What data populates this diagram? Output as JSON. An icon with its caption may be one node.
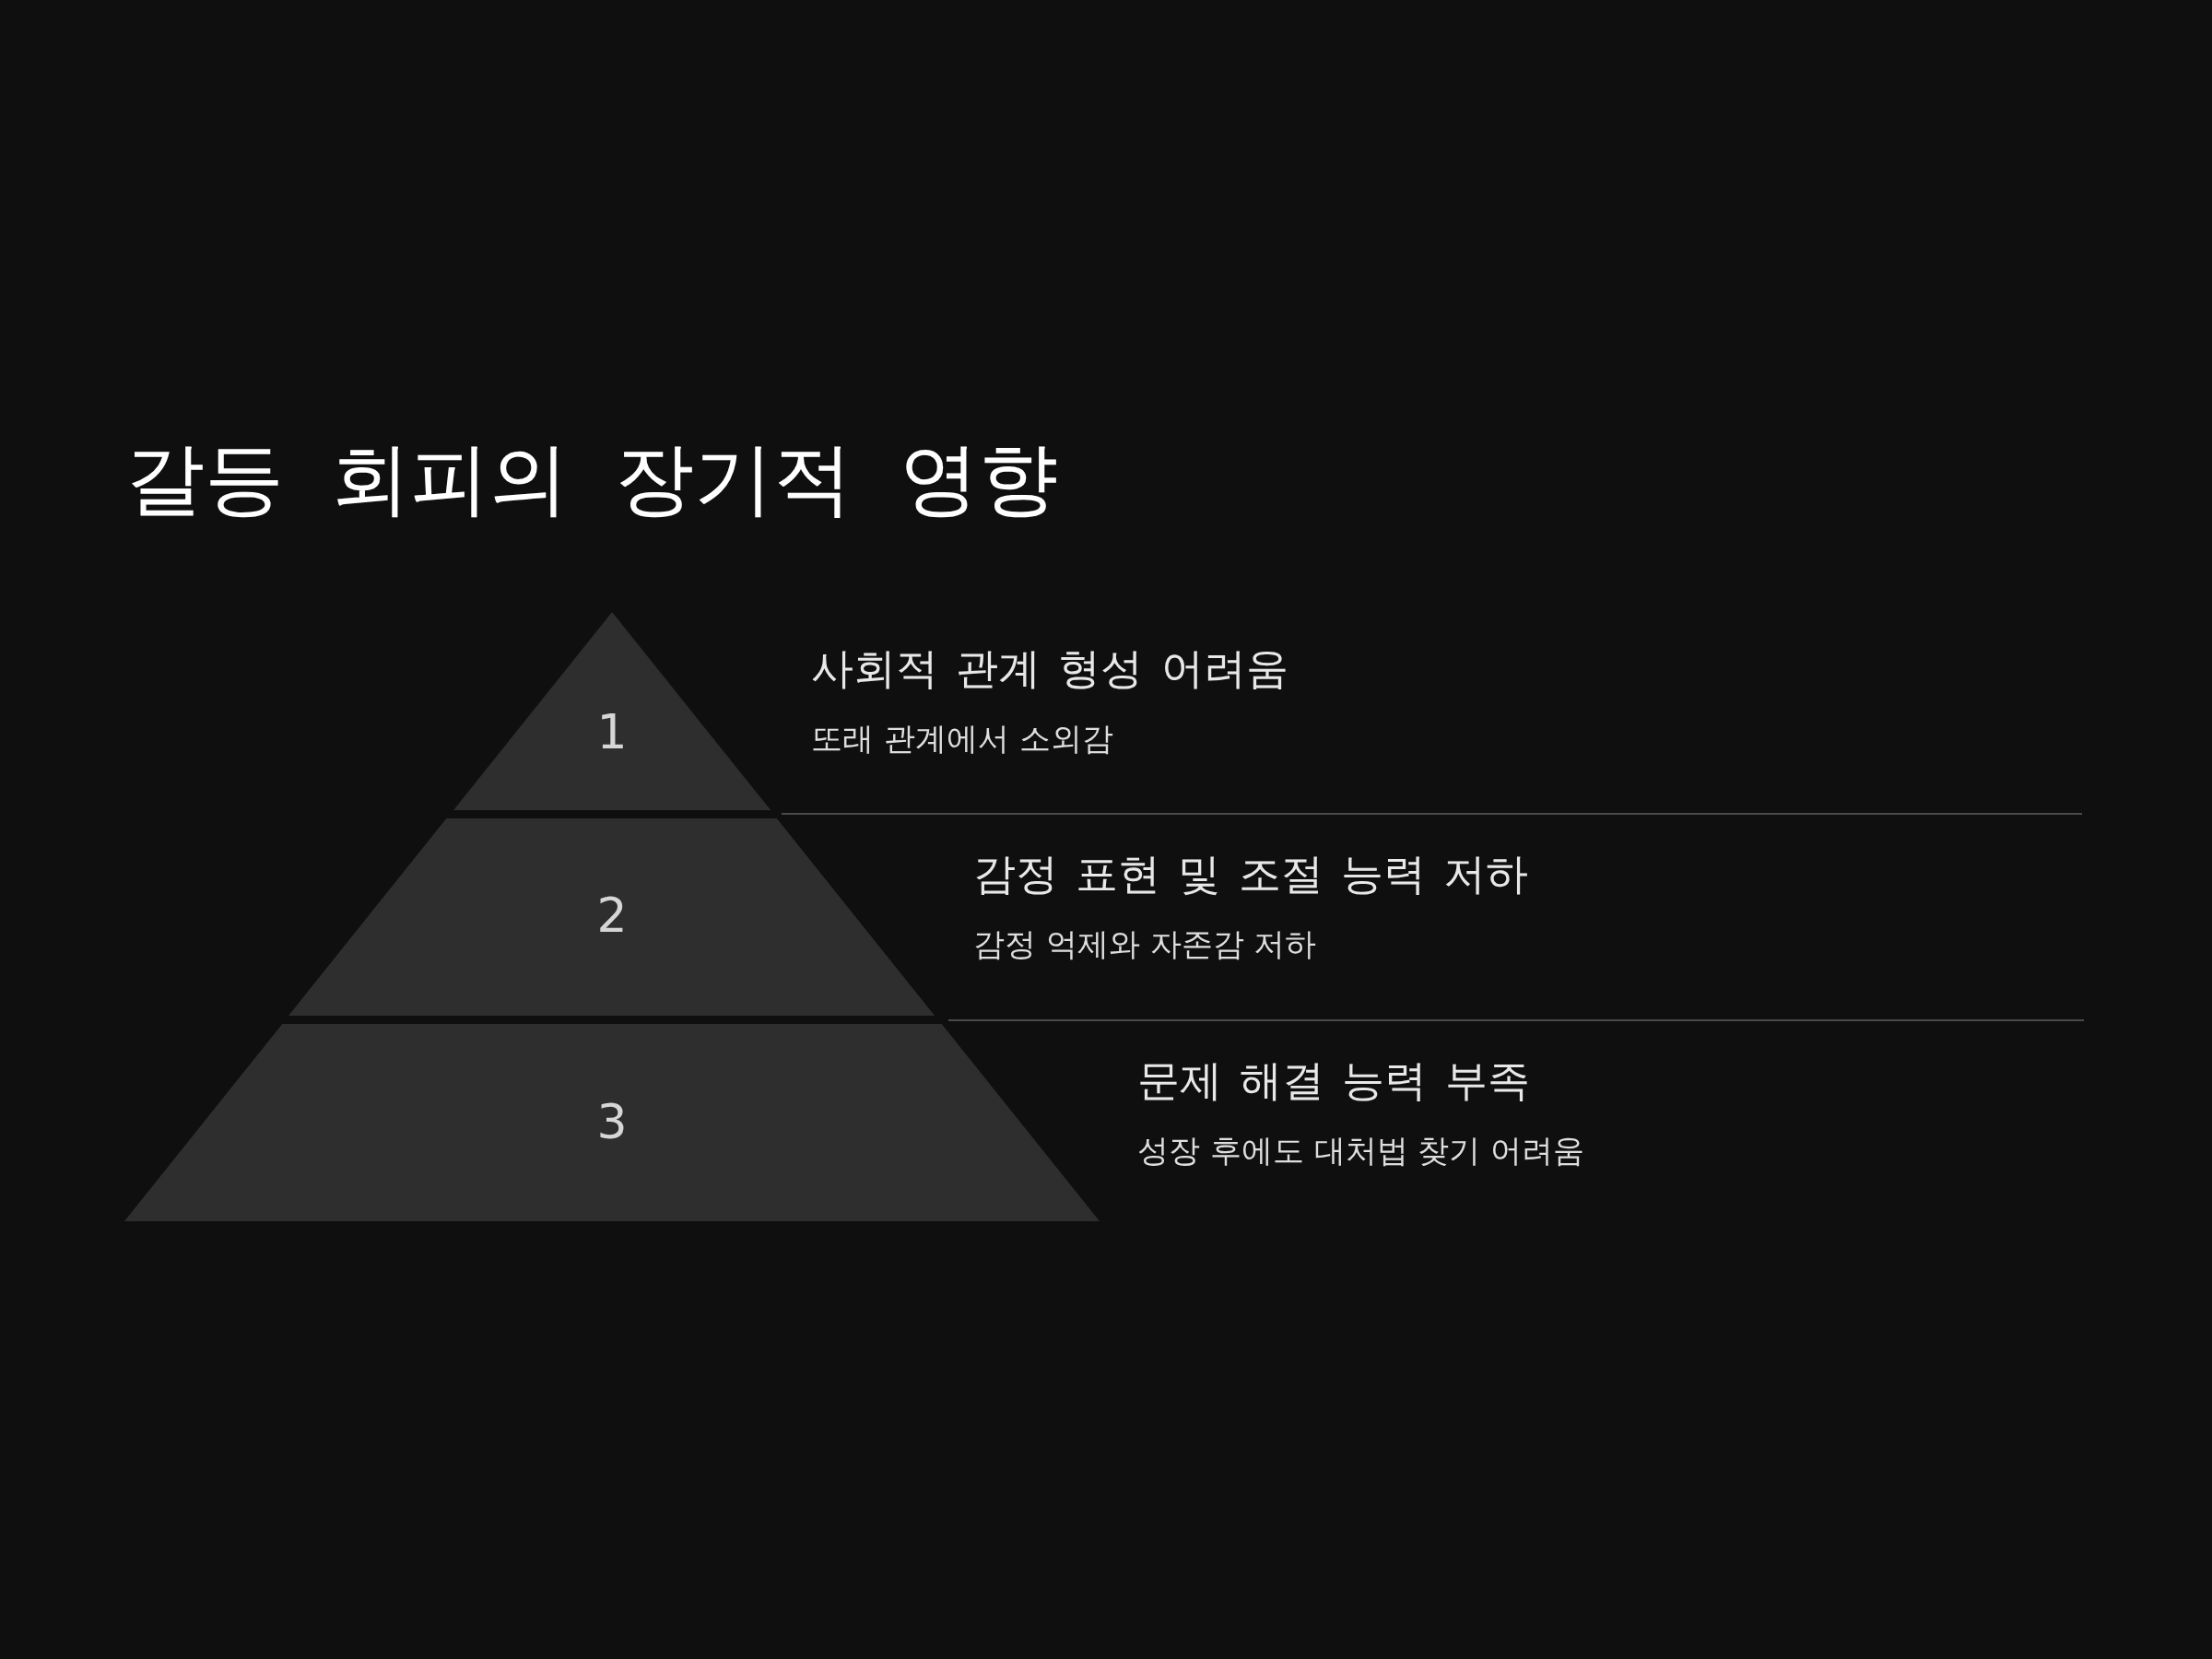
{
  "diagram": {
    "title": "갈등 회피의 장기적 영향",
    "nodes": [
      {
        "text": [
          "1"
        ],
        "beside": [
          "사회적 관계 형성 어려움",
          "또래 관계에서 소외감"
        ]
      },
      {
        "text": [
          "2"
        ],
        "beside": [
          "감정 표현 및 조절 능력 저하",
          "감정 억제와 자존감 저하"
        ]
      },
      {
        "text": [
          "3"
        ],
        "beside": [
          "문제 해결 능력 부족",
          "성장 후에도 대처법 찾기 어려움"
        ]
      }
    ]
  }
}
